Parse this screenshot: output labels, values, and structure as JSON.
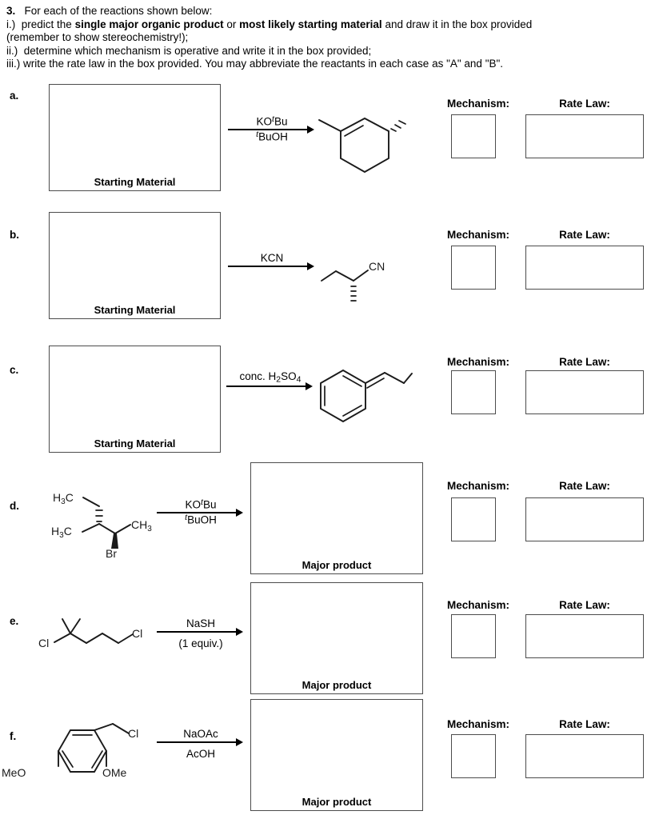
{
  "worksheet": {
    "question_number": "3.",
    "instructions": [
      {
        "index": "3.",
        "text": "For each of the reactions shown below:",
        "bold_parts": []
      },
      {
        "index": "i.)",
        "text": "predict the single major organic product or most likely starting material and draw it in the box provided (remember to show stereochemistry!);",
        "bold_parts": [
          "single major organic product",
          "most likely starting material"
        ]
      },
      {
        "index": "ii.)",
        "text": "determine which mechanism is operative and write it in the box provided;",
        "bold_parts": []
      },
      {
        "index": "iii.)",
        "text": "write the rate law in the box provided. You may abbreviate the reactants in each case as \"A\" and \"B\".",
        "bold_parts": []
      }
    ],
    "instruction_lines": {
      "l1_index": "3.",
      "l1_text": "For each of the reactions shown below:",
      "l2_index": "i.)",
      "l2_a": "predict the ",
      "l2_b": "single major organic product",
      "l2_c": " or ",
      "l2_d": "most likely starting material",
      "l2_e": " and draw it in the box provided",
      "l3_text": "(remember to show stereochemistry!);",
      "l4_index": "ii.)",
      "l4_text": "determine which mechanism is operative and write it in the box provided;",
      "l5_index": "iii.)",
      "l5_text": "write the rate law in the box provided. You may abbreviate the reactants in each case as \"A\" and \"B\"."
    },
    "labels": {
      "starting_material": "Starting Material",
      "major_product": "Major product",
      "mechanism": "Mechanism:",
      "rate_law": "Rate Law:"
    },
    "rows": [
      {
        "letter": "a.",
        "draw_box": "starting_material",
        "draw_box_caption": "Starting Material",
        "reagent_top": "KOtBu",
        "reagent_top_parts": {
          "a": "KO",
          "sup": "t",
          "b": "Bu"
        },
        "reagent_bottom": "tBuOH",
        "reagent_bottom_parts": {
          "sup": "t",
          "b": "BuOH"
        },
        "given_structure": "1,3-dimethylcyclohexene with hashed methyl stereocenter",
        "mechanism_label": "Mechanism:",
        "rate_law_label": "Rate Law:"
      },
      {
        "letter": "b.",
        "draw_box": "starting_material",
        "draw_box_caption": "Starting Material",
        "reagent_top": "KCN",
        "reagent_bottom": "",
        "given_structure": "2-methylbutanenitrile with hashed methyl, CN label",
        "mechanism_label": "Mechanism:",
        "rate_law_label": "Rate Law:"
      },
      {
        "letter": "c.",
        "draw_box": "starting_material",
        "draw_box_caption": "Starting Material",
        "reagent_top": "conc. H2SO4",
        "reagent_top_parts": {
          "a": "conc. H",
          "sub1": "2",
          "b": "SO",
          "sub2": "4"
        },
        "reagent_bottom": "",
        "given_structure": "trans-beta-methylstyrene",
        "mechanism_label": "Mechanism:",
        "rate_law_label": "Rate Law:"
      },
      {
        "letter": "d.",
        "draw_box": "major_product",
        "draw_box_caption": "Major product",
        "reagent_top": "KOtBu",
        "reagent_bottom": "tBuOH",
        "given_structure": "2-bromo-3-methylpentane, hashed H3C and bold wedge Br",
        "atom_labels": [
          "H3C",
          "H3C",
          "CH3",
          "Br"
        ],
        "mechanism_label": "Mechanism:",
        "rate_law_label": "Rate Law:"
      },
      {
        "letter": "e.",
        "draw_box": "major_product",
        "draw_box_caption": "Major product",
        "reagent_top": "NaSH",
        "reagent_bottom": "(1 equiv.)",
        "given_structure": "1,4-dichloro-4-methylpentane",
        "atom_labels": [
          "Cl",
          "Cl"
        ],
        "mechanism_label": "Mechanism:",
        "rate_law_label": "Rate Law:"
      },
      {
        "letter": "f.",
        "draw_box": "major_product",
        "draw_box_caption": "Major product",
        "reagent_top": "NaOAc",
        "reagent_bottom": "AcOH",
        "given_structure": "2,4-dimethoxybenzyl chloride",
        "atom_labels": [
          "MeO",
          "OMe",
          "Cl"
        ],
        "mechanism_label": "Mechanism:",
        "rate_law_label": "Rate Law:"
      }
    ],
    "atom_text": {
      "cn": "CN",
      "cl": "Cl",
      "br": "Br",
      "meo": "MeO",
      "ome": "OMe",
      "h3c": "H",
      "h3c_sub": "3",
      "h3c_tail": "C",
      "ch3": "CH",
      "ch3_sub": "3"
    },
    "colors": {
      "ink": "#1a1a1a",
      "box_border": "#4c4c4c",
      "background": "#ffffff"
    }
  }
}
